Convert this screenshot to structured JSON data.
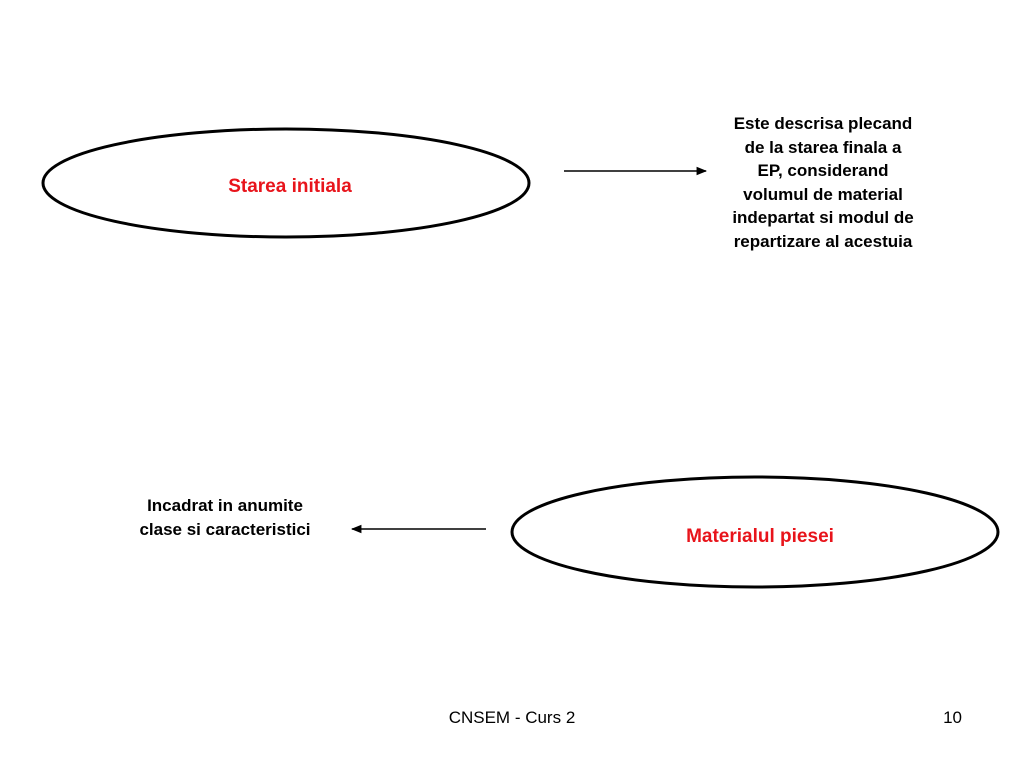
{
  "colors": {
    "label_red": "#e8141b",
    "stroke": "#000000",
    "background": "#ffffff"
  },
  "diagram": {
    "top_node": {
      "label": "Starea initiala"
    },
    "top_note": "Este descrisa plecand\nde la starea finala a\nEP, considerand\nvolumul de material\nindepartat si modul de\nrepartizare al acestuia",
    "bottom_node": {
      "label": "Materialul piesei"
    },
    "bottom_note": "Incadrat in anumite\nclase si caracteristici"
  },
  "footer": {
    "title": "CNSEM - Curs 2",
    "page": "10"
  }
}
